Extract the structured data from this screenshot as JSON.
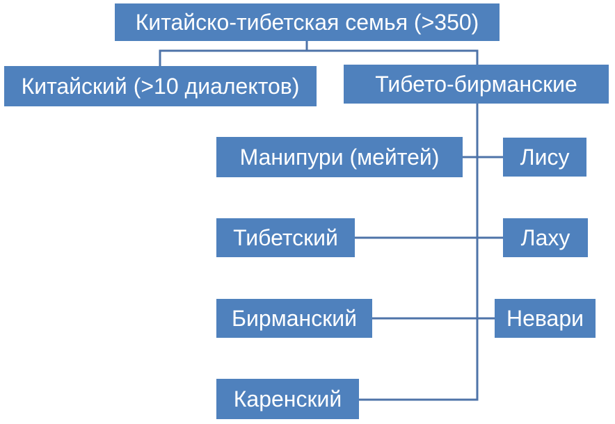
{
  "colors": {
    "box_fill": "#4F81BD",
    "box_text": "#FFFFFF",
    "connector": "#4E73A8",
    "background": "#FFFFFF"
  },
  "tree": {
    "root": "Китайско-тибетская  семья (>350)",
    "chinese": "Китайский (>10 диалектов)",
    "tibeto_burman": "Тибето-бирманские",
    "left_branches": [
      "Манипури (мейтей)",
      "Тибетский",
      "Бирманский",
      "Каренский"
    ],
    "right_branches": [
      "Лису",
      "Лаху",
      "Невари"
    ]
  }
}
